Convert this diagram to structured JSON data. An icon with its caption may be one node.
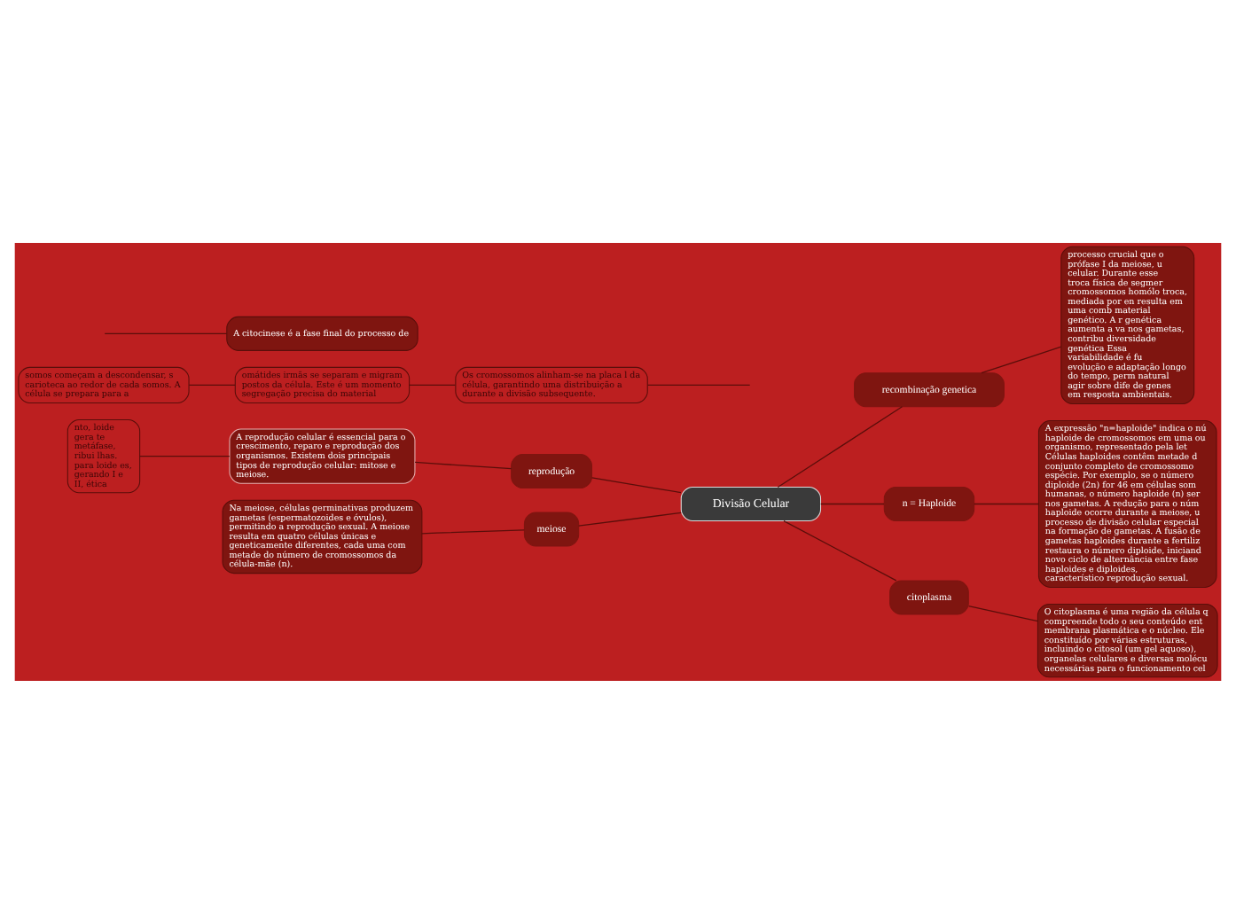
{
  "diagram": {
    "nodes": [
      {
        "text": [
          "Divisão Celular"
        ]
      },
      {
        "text": [
          "reprodução"
        ]
      },
      {
        "text": [
          "A reprodução celular é essencial para o crescimento, reparo e reprodução dos organismos. Existem dois principais tipos de reprodução celular: mitose e meiose."
        ]
      },
      {
        "text": [
          "nto, loide gera te metáfase, ribui lhas. para loide es, gerando I e II, ética"
        ]
      },
      {
        "text": [
          "Os cromossomos alinham-se na placa l da célula, garantindo uma distribuição a durante a divisão subsequente."
        ]
      },
      {
        "text": [
          "omátides irmãs se separam e migram postos da célula. Este é um momento segregação precisa do material"
        ]
      },
      {
        "text": [
          "somos começam a descondensar, s carioteca ao redor de cada somos. A célula se prepara para a"
        ]
      },
      {
        "text": [
          "recombinação genetica"
        ]
      },
      {
        "text": [
          "processo crucial que o prófase I da meiose, u celular. Durante esse troca física de segmer cromossomos homólo troca, mediada por en resulta em uma comb material genético. A r genética aumenta a va nos gametas, contribu diversidade genética Essa variabilidade é fu evolução e adaptação longo do tempo, perm natural agir sobre dife de genes em resposta ambientais."
        ]
      },
      {
        "text": [
          "n = Haploide"
        ]
      },
      {
        "text": [
          "A expressão \"n=haploide\" indica o nú haploide de cromossomos em uma ou organismo, representado pela let Células haploides contêm metade d conjunto completo de cromossomo espécie. Por exemplo, se o número diploide (2n) for 46 em células som humanas, o número haploide (n) ser nos gametas. A redução para o núm haploide ocorre durante a meiose, u processo de divisão celular especial na formação de gametas. A fusão de gametas haploides durante a fertiliz restaura o número diploide, iniciand novo ciclo de alternância entre fase haploides e diploides, característico reprodução sexual."
        ]
      },
      {
        "text": [
          "citoplasma"
        ]
      },
      {
        "text": [
          "O citoplasma é uma região da célula q compreende todo o seu conteúdo ent membrana plasmática e o núcleo. Ele constituído por várias estruturas, incluindo o citosol (um gel aquoso), organelas celulares e diversas molécu necessárias para o funcionamento cel"
        ]
      },
      {
        "text": [
          "meiose"
        ]
      },
      {
        "text": [
          "Na meiose, células germinativas produzem gametas (espermatozoides e óvulos), permitindo a reprodução sexual. A meiose resulta em quatro células únicas e geneticamente diferentes, cada uma com metade do número de cromossomos da célula-mãe (n)."
        ]
      },
      {
        "text": [
          "A citocinese é a fase final do processo de"
        ]
      }
    ],
    "edges": [
      {
        "from": 0,
        "to": 1,
        "arrow": "none"
      },
      {
        "from": 1,
        "to": 2,
        "arrow": "none"
      },
      {
        "from": 2,
        "to": 3,
        "arrow": "none"
      },
      {
        "from": null,
        "to": 4,
        "arrow": "none"
      },
      {
        "from": 4,
        "to": 5,
        "arrow": "none"
      },
      {
        "from": 5,
        "to": 6,
        "arrow": "none"
      },
      {
        "from": 0,
        "to": 7,
        "arrow": "none"
      },
      {
        "from": 7,
        "to": 8,
        "arrow": "none"
      },
      {
        "from": 0,
        "to": 9,
        "arrow": "none"
      },
      {
        "from": 9,
        "to": 10,
        "arrow": "none"
      },
      {
        "from": 0,
        "to": 11,
        "arrow": "none"
      },
      {
        "from": 11,
        "to": 12,
        "arrow": "none"
      },
      {
        "from": 0,
        "to": 13,
        "arrow": "none"
      },
      {
        "from": 13,
        "to": 14,
        "arrow": "none"
      },
      {
        "from": null,
        "to": 15,
        "arrow": "none"
      }
    ]
  }
}
